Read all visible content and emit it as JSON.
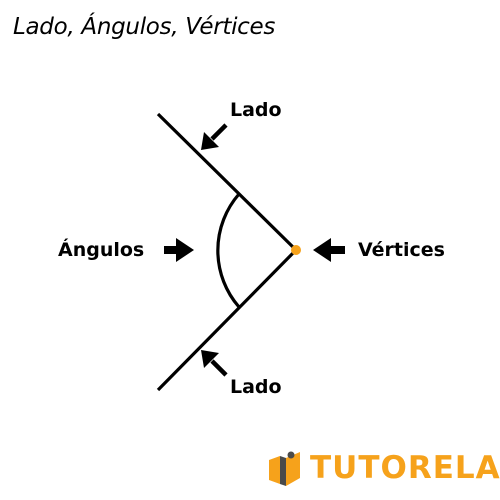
{
  "title": "Lado, Ángulos, Vértices",
  "labels": {
    "side_top": "Lado",
    "side_bottom": "Lado",
    "angle": "Ángulos",
    "vertex": "Vértices"
  },
  "colors": {
    "line": "#000000",
    "vertex_dot": "#f6a21b",
    "brand": "#f6a21b"
  },
  "logo": {
    "text": "TUTORELA",
    "icon": "tutorela-logo-icon"
  }
}
